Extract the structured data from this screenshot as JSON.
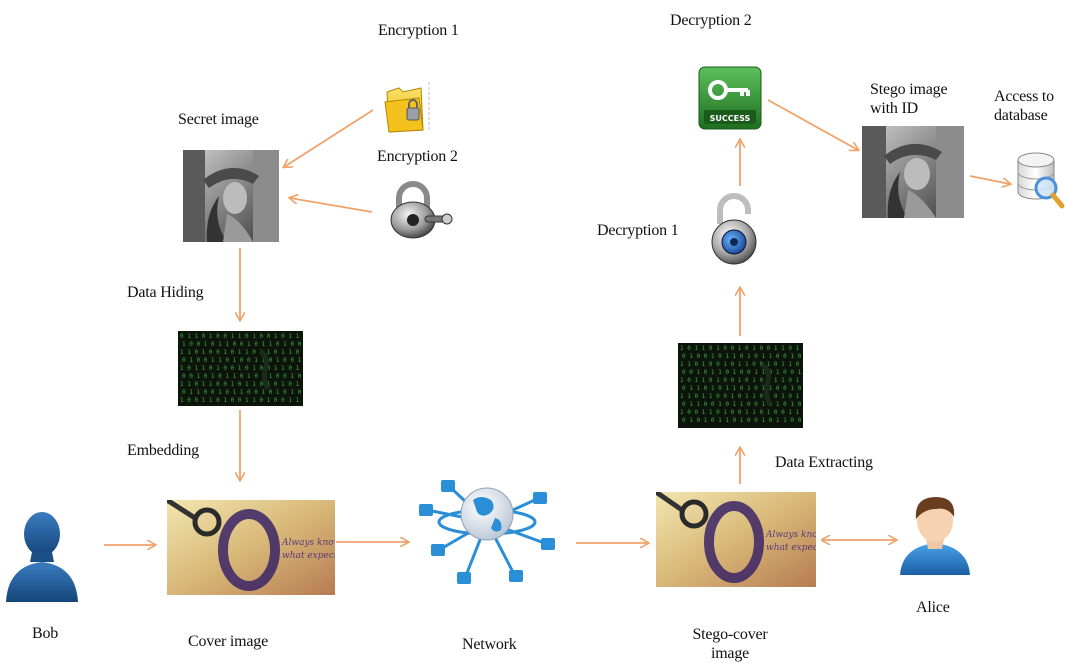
{
  "labels": {
    "encryption1": "Encryption 1",
    "encryption2": "Encryption 2",
    "secret_image": "Secret image",
    "data_hiding": "Data Hiding",
    "embedding": "Embedding",
    "bob": "Bob",
    "cover_image": "Cover image",
    "network": "Network",
    "stego_cover_line1": "Stego-cover",
    "stego_cover_line2": "image",
    "alice": "Alice",
    "data_extracting": "Data Extracting",
    "decryption1": "Decryption 1",
    "decryption2": "Decryption 2",
    "stego_id_line1": "Stego image",
    "stego_id_line2": "with ID",
    "access_line1": "Access to",
    "access_line2": "database"
  },
  "cover_text": {
    "line1": "Always know",
    "line2": "what expect"
  },
  "success_badge": "SUCCESS",
  "icons": {
    "folder": "folder-lock-icon",
    "padlock_closed": "padlock-closed-icon",
    "padlock_open": "padlock-open-icon",
    "key": "key-success-icon",
    "database": "database-search-icon",
    "person_bob": "user-avatar-icon",
    "person_alice": "user-avatar-icon",
    "network": "network-globe-icon"
  },
  "colors": {
    "arrow": "#f0a26a",
    "matrix_bg": "#0c140c",
    "matrix_fg": "#3fa83f",
    "bob_blue": "#1f5f9e",
    "network_blue": "#2a8fd6",
    "key_green": "#2e8b2e"
  }
}
